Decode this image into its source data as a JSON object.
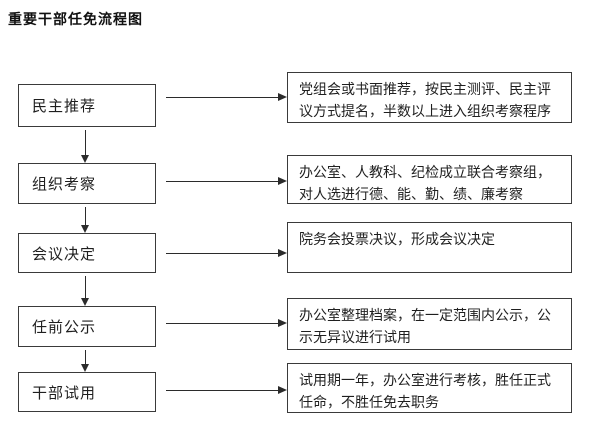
{
  "title": "重要干部任免流程图",
  "colors": {
    "background": "#ffffff",
    "box_border": "#3a3a3a",
    "arrow": "#2b2b2b",
    "text": "#1f1f1f"
  },
  "steps": [
    {
      "label": "民主推荐",
      "detail": "党组会或书面推荐，按民主测评、民主评议方式提名，半数以上进入组织考察程序"
    },
    {
      "label": "组织考察",
      "detail": "办公室、人教科、纪检成立联合考察组，对人选进行德、能、勤、绩、廉考察"
    },
    {
      "label": "会议决定",
      "detail": "院务会投票决议，形成会议决定"
    },
    {
      "label": "任前公示",
      "detail": "办公室整理档案，在一定范围内公示，公示无异议进行试用"
    },
    {
      "label": "干部试用",
      "detail": "试用期一年，办公室进行考核，胜任正式任命，不胜任免去职务"
    }
  ]
}
